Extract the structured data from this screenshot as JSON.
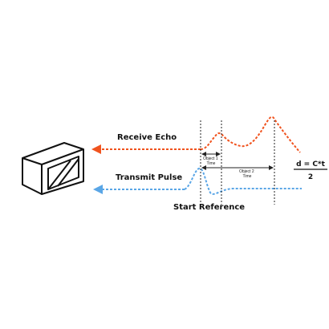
{
  "labels": {
    "receive_echo": "Receive Echo",
    "transmit_pulse": "Transmit Pulse",
    "start_reference": "Start Reference",
    "object1_time": "Object 1\nTime",
    "object2_time": "Object 2\nTime"
  },
  "formula": {
    "numerator": "d = C*t",
    "denominator": "2"
  },
  "colors": {
    "receive": "#f0531e",
    "transmit": "#5aa6e6",
    "line": "#222222"
  },
  "icons": {
    "sensor": "ultrasonic-sensor-icon",
    "receive_arrow": "arrow-left-icon",
    "transmit_arrow": "triangle-left-icon"
  }
}
